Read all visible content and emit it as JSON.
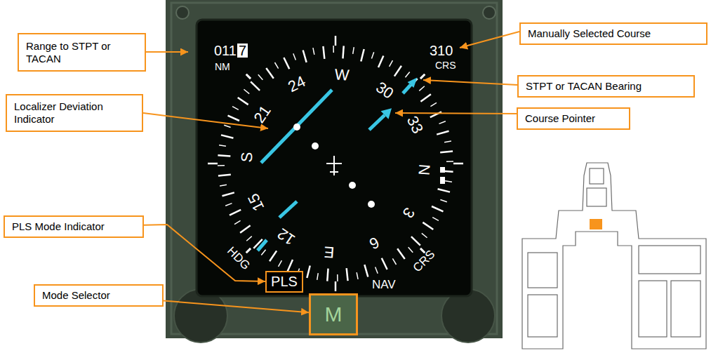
{
  "diagram": {
    "nodes": [
      {
        "text": [
          "Range to STPT or TACAN"
        ]
      },
      {
        "text": [
          "Manually Selected Course"
        ]
      },
      {
        "text": [
          "STPT or TACAN Bearing"
        ]
      },
      {
        "text": [
          "Localizer Deviation Indicator"
        ]
      },
      {
        "text": [
          "Course Pointer"
        ]
      },
      {
        "text": [
          "PLS Mode Indicator"
        ]
      },
      {
        "text": [
          "PLS"
        ]
      },
      {
        "text": [
          "Mode Selector"
        ]
      },
      {
        "text": [
          "M"
        ]
      }
    ],
    "edges": [
      {
        "from": 5,
        "to": 6,
        "arrow": "to"
      },
      {
        "from": 7,
        "to": 8,
        "arrow": "to"
      }
    ],
    "labels": [
      "011",
      "7",
      "NM",
      "310",
      "CRS",
      "24",
      "W",
      "30",
      "33",
      "21",
      "S",
      "N",
      "15",
      "12",
      "E",
      "6",
      "3",
      "HDG",
      "CRS",
      "NAV"
    ]
  }
}
